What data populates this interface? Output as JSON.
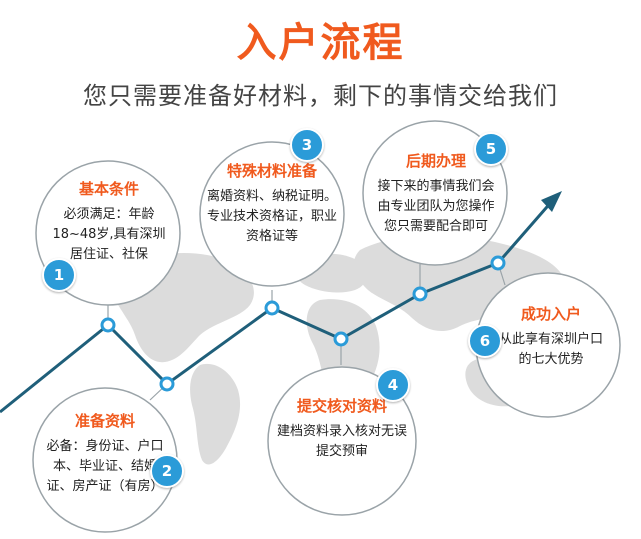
{
  "title": "入户流程",
  "subtitle": "您只需要准备好材料，剩下的事情交给我们",
  "steps": [
    {
      "num": "1",
      "heading": "基本条件",
      "body": "必须满足：年龄18~48岁,具有深圳居住证、社保"
    },
    {
      "num": "2",
      "heading": "准备资料",
      "body": "必备：身份证、户口本、毕业证、结婚证、房产证（有房）"
    },
    {
      "num": "3",
      "heading": "特殊材料准备",
      "body": "离婚资料、纳税证明。专业技术资格证，职业资格证等"
    },
    {
      "num": "4",
      "heading": "提交核对资料",
      "body": "建档资料录入核对无误提交预审"
    },
    {
      "num": "5",
      "heading": "后期办理",
      "body": "接下来的事情我们会由专业团队为您操作您只需要配合即可"
    },
    {
      "num": "6",
      "heading": "成功入户",
      "body": "从此享有深圳户口的七大优势"
    }
  ],
  "colors": {
    "accent": "#f05a1e",
    "line": "#1f5f7a",
    "node": "#2b9bd8",
    "badge": "#2b9bd8",
    "map": "#d9d9d9"
  }
}
